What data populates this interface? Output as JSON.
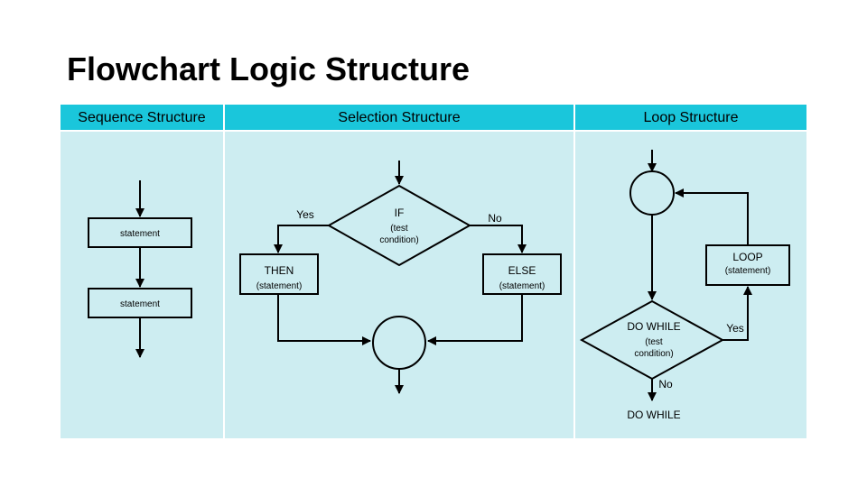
{
  "title": "Flowchart Logic Structure",
  "columns": {
    "sequence": "Sequence Structure",
    "selection": "Selection Structure",
    "loop": "Loop Structure"
  },
  "sequence": {
    "statement_1": "statement",
    "statement_2": "statement"
  },
  "selection": {
    "if_label": "IF",
    "if_condition_1": "(test",
    "if_condition_2": "condition)",
    "yes": "Yes",
    "no": "No",
    "then_label": "THEN",
    "then_statement": "(statement)",
    "else_label": "ELSE",
    "else_statement": "(statement)"
  },
  "loop": {
    "loop_label": "LOOP",
    "loop_statement": "(statement)",
    "dowhile_label": "DO WHILE",
    "dowhile_condition_1": "(test",
    "dowhile_condition_2": "condition)",
    "yes": "Yes",
    "no": "No",
    "exit_label": "DO WHILE"
  },
  "colors": {
    "header_bg": "#1ac6db",
    "panel_bg": "#cdedf1",
    "stroke": "#000000"
  }
}
